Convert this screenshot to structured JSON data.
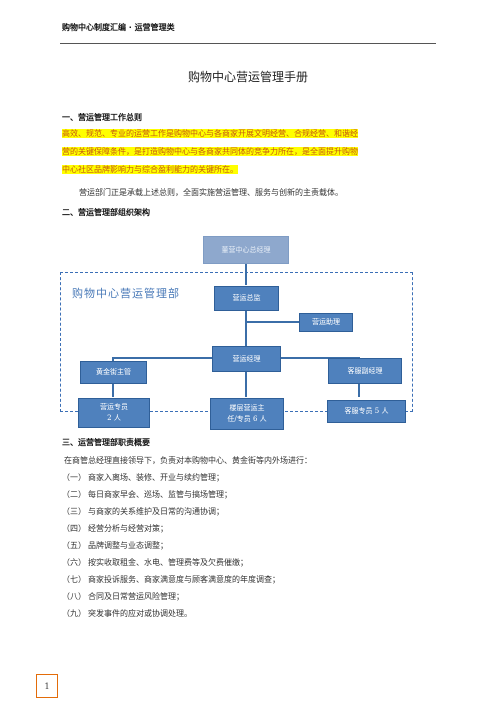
{
  "header": {
    "text": "购物中心制度汇编 · 运营管理类"
  },
  "title": "购物中心营运管理手册",
  "section1": {
    "heading": "一、营运管理工作总则",
    "highlight_lines": [
      "高效、规范、专业的运营工作是购物中心与各商家开展文明经营、合规经营、和谐经",
      "营的关键保障条件，是打造购物中心与各商家共同体的竞争力所在，是全面提升购物",
      "中心社区品牌影响力与综合盈利能力的关键所在。"
    ],
    "paragraph": "营运部门正是承载上述总则，全面实施营运管理、服务与创新的主责载体。"
  },
  "section2": {
    "heading": "二、营运管理部组织架构",
    "org": {
      "frame_label": "购物中心营运管理部",
      "nodes": {
        "top": "董营中心总经理",
        "director": "营运总监",
        "assistant": "营运助理",
        "left_mgr": "黄金街主管",
        "center_mgr": "营运经理",
        "right_mgr": "客服副经理",
        "left_staff": [
          "营运专员",
          "2 人"
        ],
        "center_staff": [
          "楼层营运主",
          "任/专员 6 人"
        ],
        "right_staff": "客服专员  5 人"
      }
    }
  },
  "section3": {
    "heading": "三、运营管理部职责概要",
    "intro": "在商管总经理直接领导下，负责对本购物中心、黄金街等内外场进行：",
    "items": [
      {
        "num": "（一）",
        "text": "商家入离场、装修、开业与续约管理；"
      },
      {
        "num": "（二）",
        "text": "每日商家早会、巡场、监管与搞场管理；"
      },
      {
        "num": "（三）",
        "text": "与商家的关系维护及日常的沟通协调；"
      },
      {
        "num": "（四）",
        "text": "经营分析与经营对策；"
      },
      {
        "num": "（五）",
        "text": "品牌调整与业态调整；"
      },
      {
        "num": "（六）",
        "text": "按实收取租金、水电、管理费等及欠费催缴；"
      },
      {
        "num": "（七）",
        "text": "商家投诉服务、商家满意度与顾客满意度的年度调查；"
      },
      {
        "num": "（八）",
        "text": "合同及日常营运风险管理；"
      },
      {
        "num": "（九）",
        "text": "突发事件的应对或协调处理。"
      }
    ]
  },
  "footer": {
    "page_number": "1"
  },
  "colors": {
    "accent": "#4f81bd",
    "highlight": "#ffff00",
    "highlight_text": "#c55a11",
    "page_box": "#e36c09"
  }
}
